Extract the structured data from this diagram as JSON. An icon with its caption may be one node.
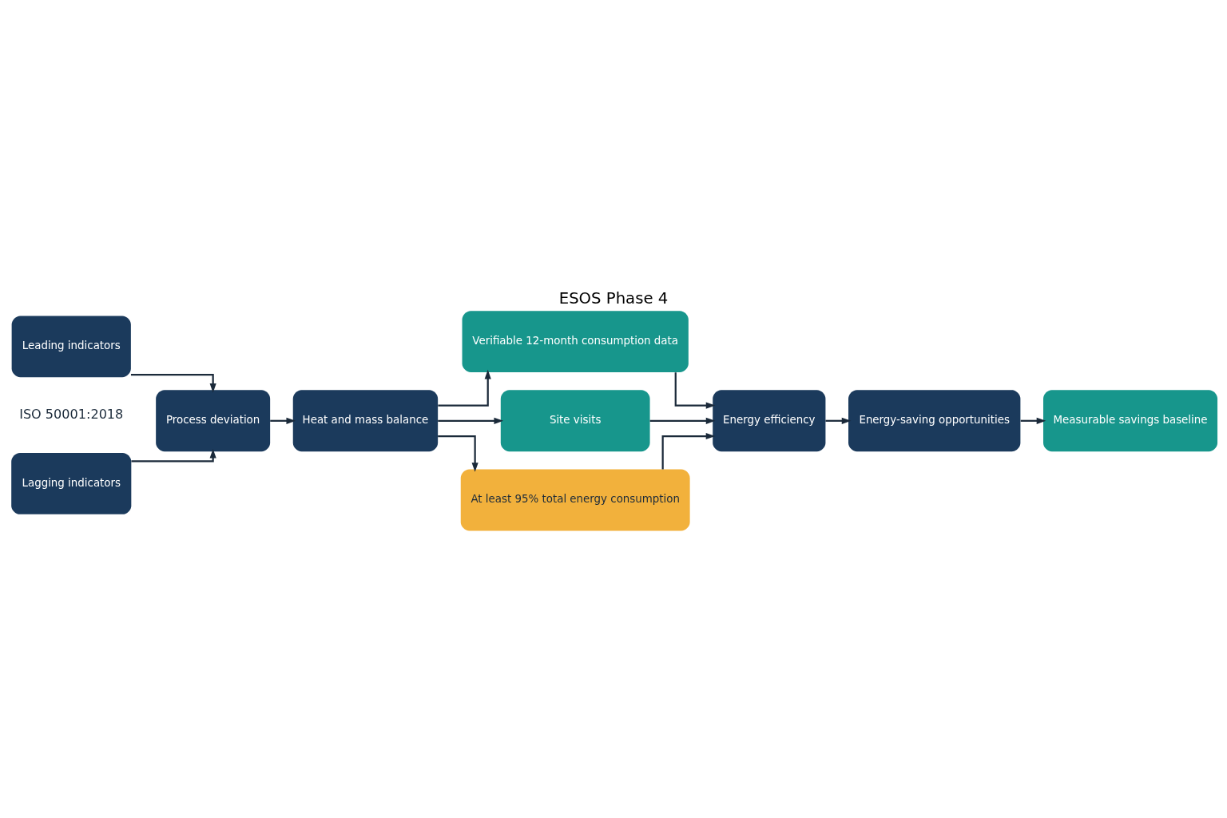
{
  "diagram": {
    "title": "ESOS Phase 4",
    "nodes": [
      {
        "text": [
          "Leading indicators"
        ]
      },
      {
        "text": [
          "Lagging indicators"
        ]
      },
      {
        "text": [
          "Process deviation"
        ]
      },
      {
        "text": [
          "Heat and mass balance"
        ]
      },
      {
        "text": [
          "Verifiable 12-month consumption data"
        ]
      },
      {
        "text": [
          "Site visits"
        ]
      },
      {
        "text": [
          "At least 95% total energy consumption"
        ]
      },
      {
        "text": [
          "Energy efficiency"
        ]
      },
      {
        "text": [
          "Energy-saving opportunities"
        ]
      },
      {
        "text": [
          "Measurable savings baseline"
        ]
      }
    ],
    "edges": [
      {
        "from": 0,
        "to": 2,
        "arrow": "to"
      },
      {
        "from": 1,
        "to": 2,
        "arrow": "to"
      },
      {
        "from": 2,
        "to": 3,
        "arrow": "to"
      },
      {
        "from": 3,
        "to": 4,
        "arrow": "to"
      },
      {
        "from": 3,
        "to": 5,
        "arrow": "to"
      },
      {
        "from": 3,
        "to": 6,
        "arrow": "to"
      },
      {
        "from": 4,
        "to": 7,
        "arrow": "to"
      },
      {
        "from": 5,
        "to": 7,
        "arrow": "to"
      },
      {
        "from": 6,
        "to": 7,
        "arrow": "to"
      },
      {
        "from": 7,
        "to": 8,
        "arrow": "to"
      },
      {
        "from": 8,
        "to": 9,
        "arrow": "to"
      }
    ],
    "labels": [
      "ISO 50001:2018"
    ]
  }
}
